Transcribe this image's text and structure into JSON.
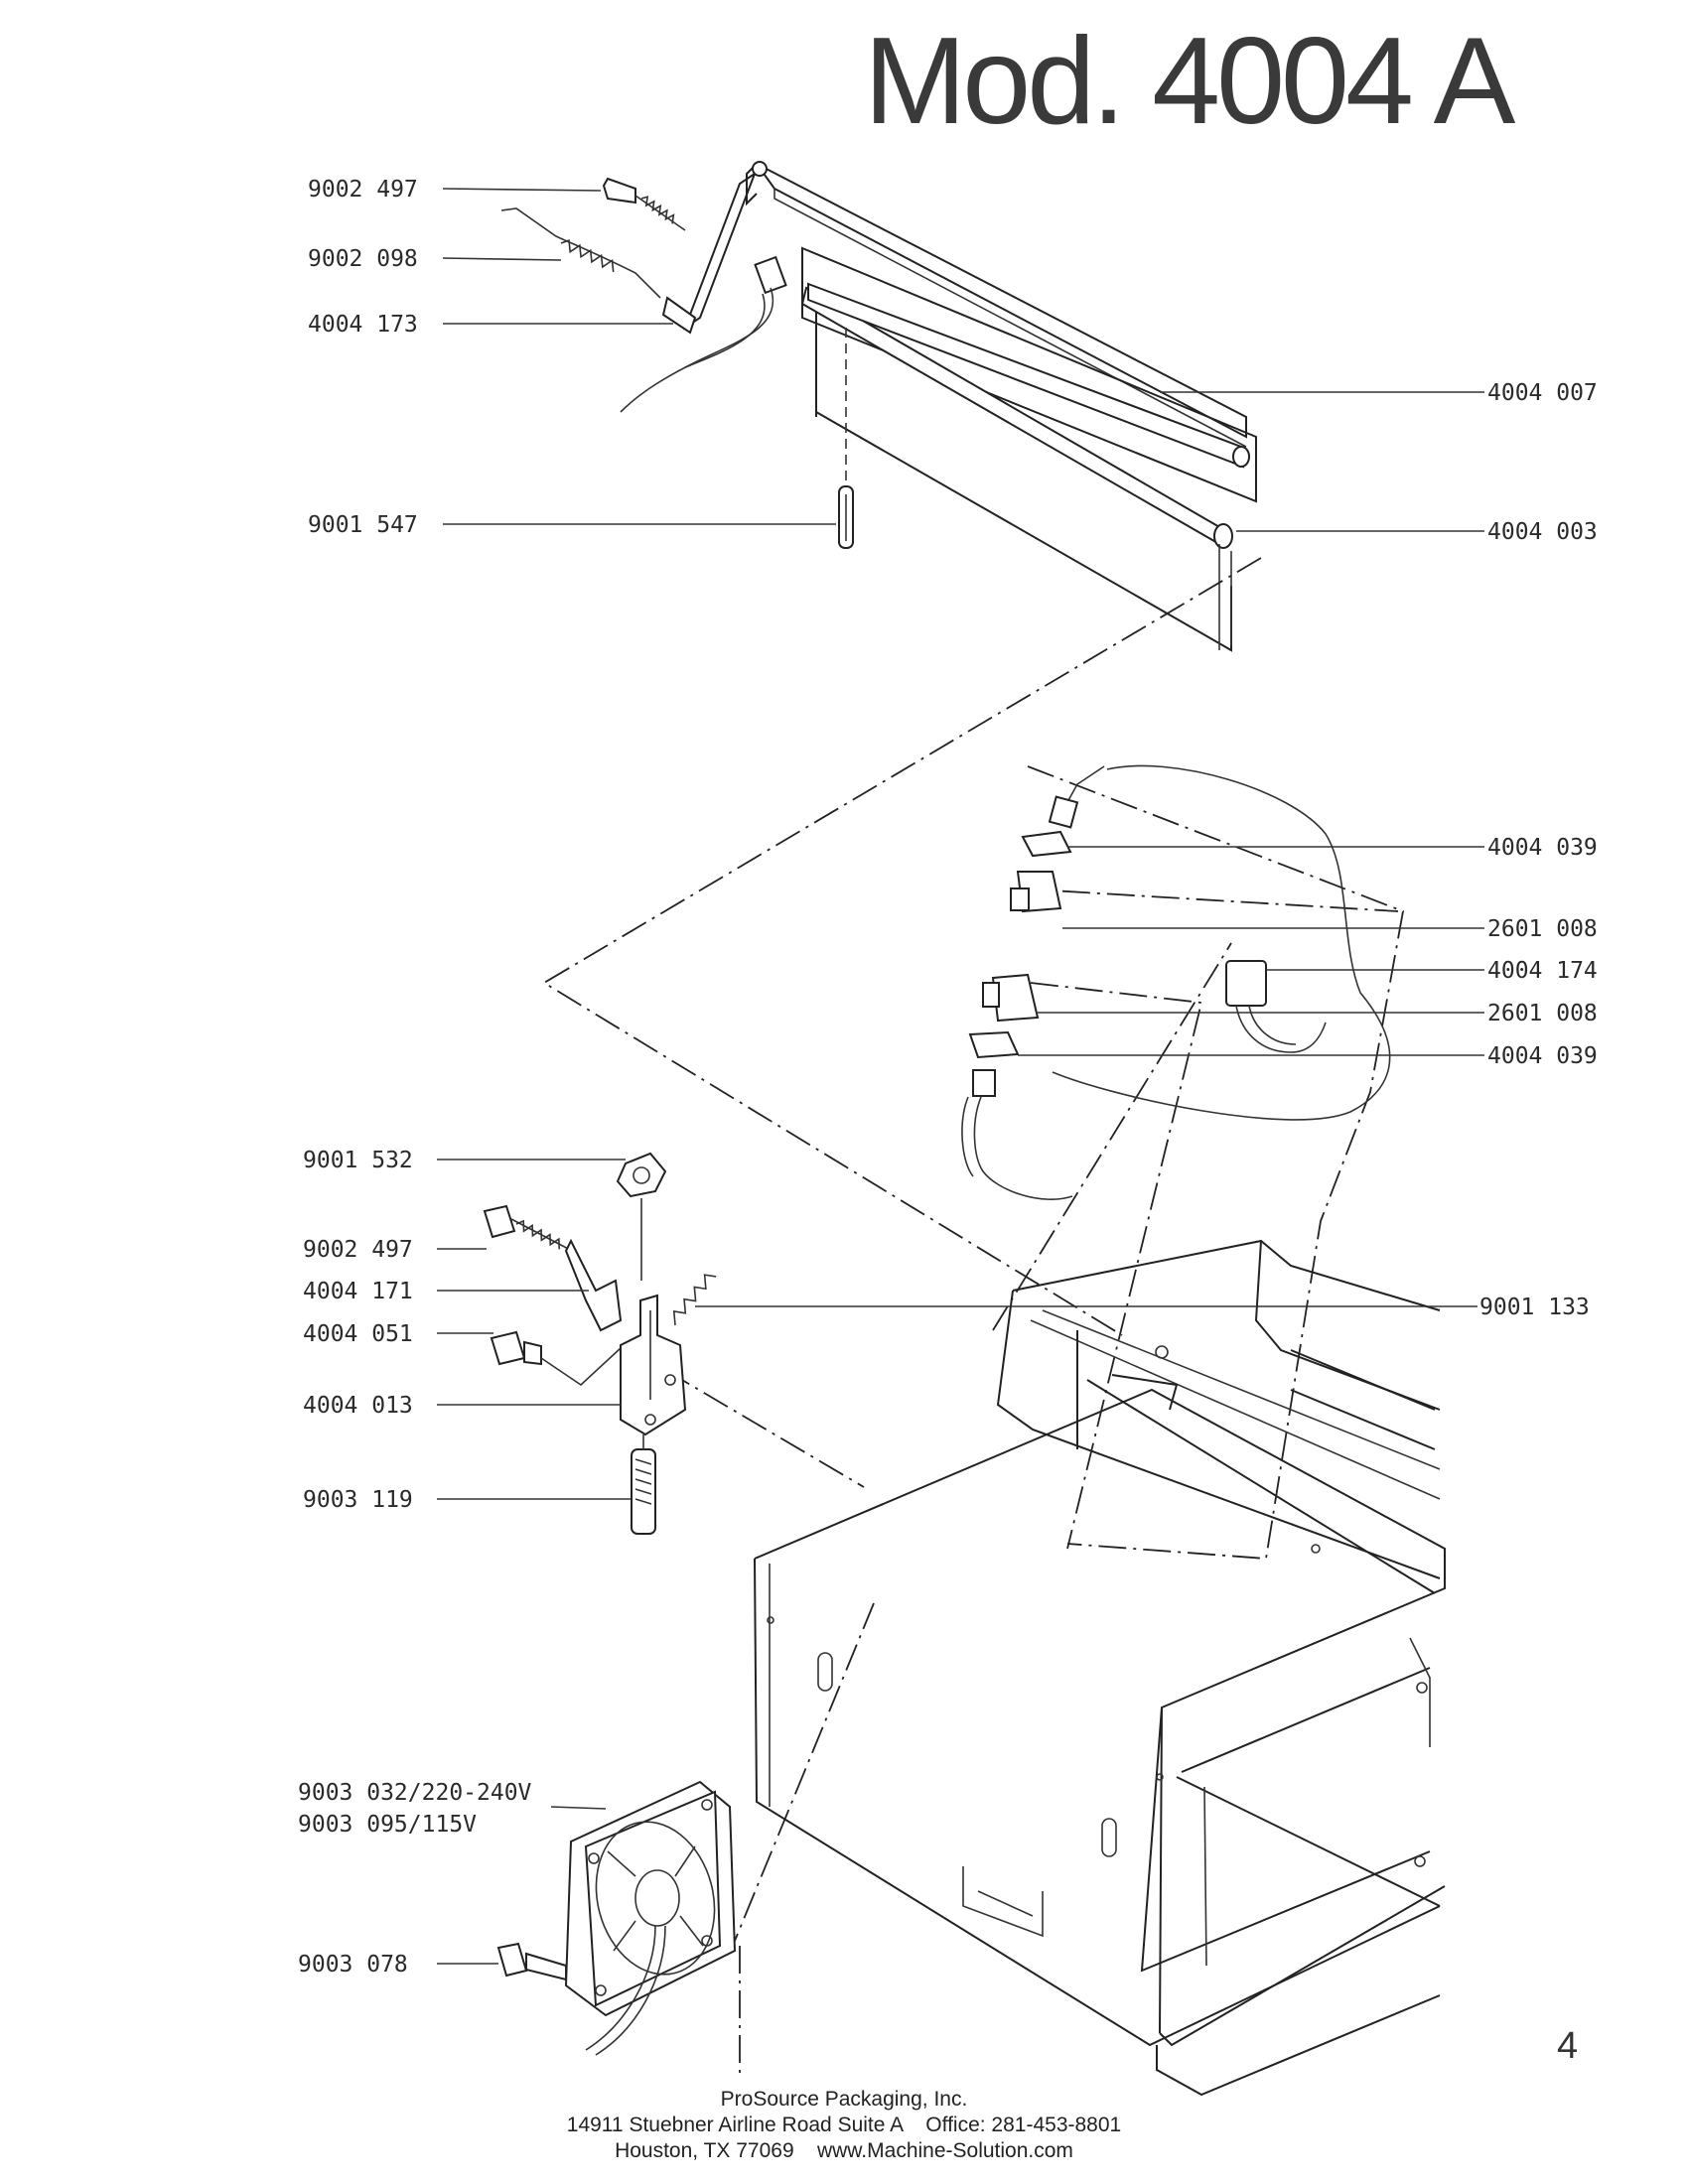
{
  "title": "Mod. 4004 A",
  "page_number": "4",
  "labels": {
    "l1": "9002 497",
    "l2": "9002 098",
    "l3": "4004 173",
    "l4": "4004 007",
    "l5": "9001 547",
    "l6": "4004 003",
    "l7": "4004 039",
    "l8": "2601 008",
    "l9": "4004 174",
    "l10": "2601 008",
    "l11": "4004 039",
    "l12": "9001 532",
    "l13": "9002 497",
    "l14": "4004 171",
    "l15": "4004 051",
    "l16": "9001 133",
    "l17": "4004 013",
    "l18": "9003 119",
    "l19": "9003 032/220-240V",
    "l20": "9003 095/115V",
    "l21": "9003 078"
  },
  "footer": {
    "company": "ProSource Packaging, Inc.",
    "address_line": "14911 Stuebner Airline Road Suite A    Office: 281-453-8801",
    "city_line": "Houston, TX 77069    www.Machine-Solution.com"
  }
}
